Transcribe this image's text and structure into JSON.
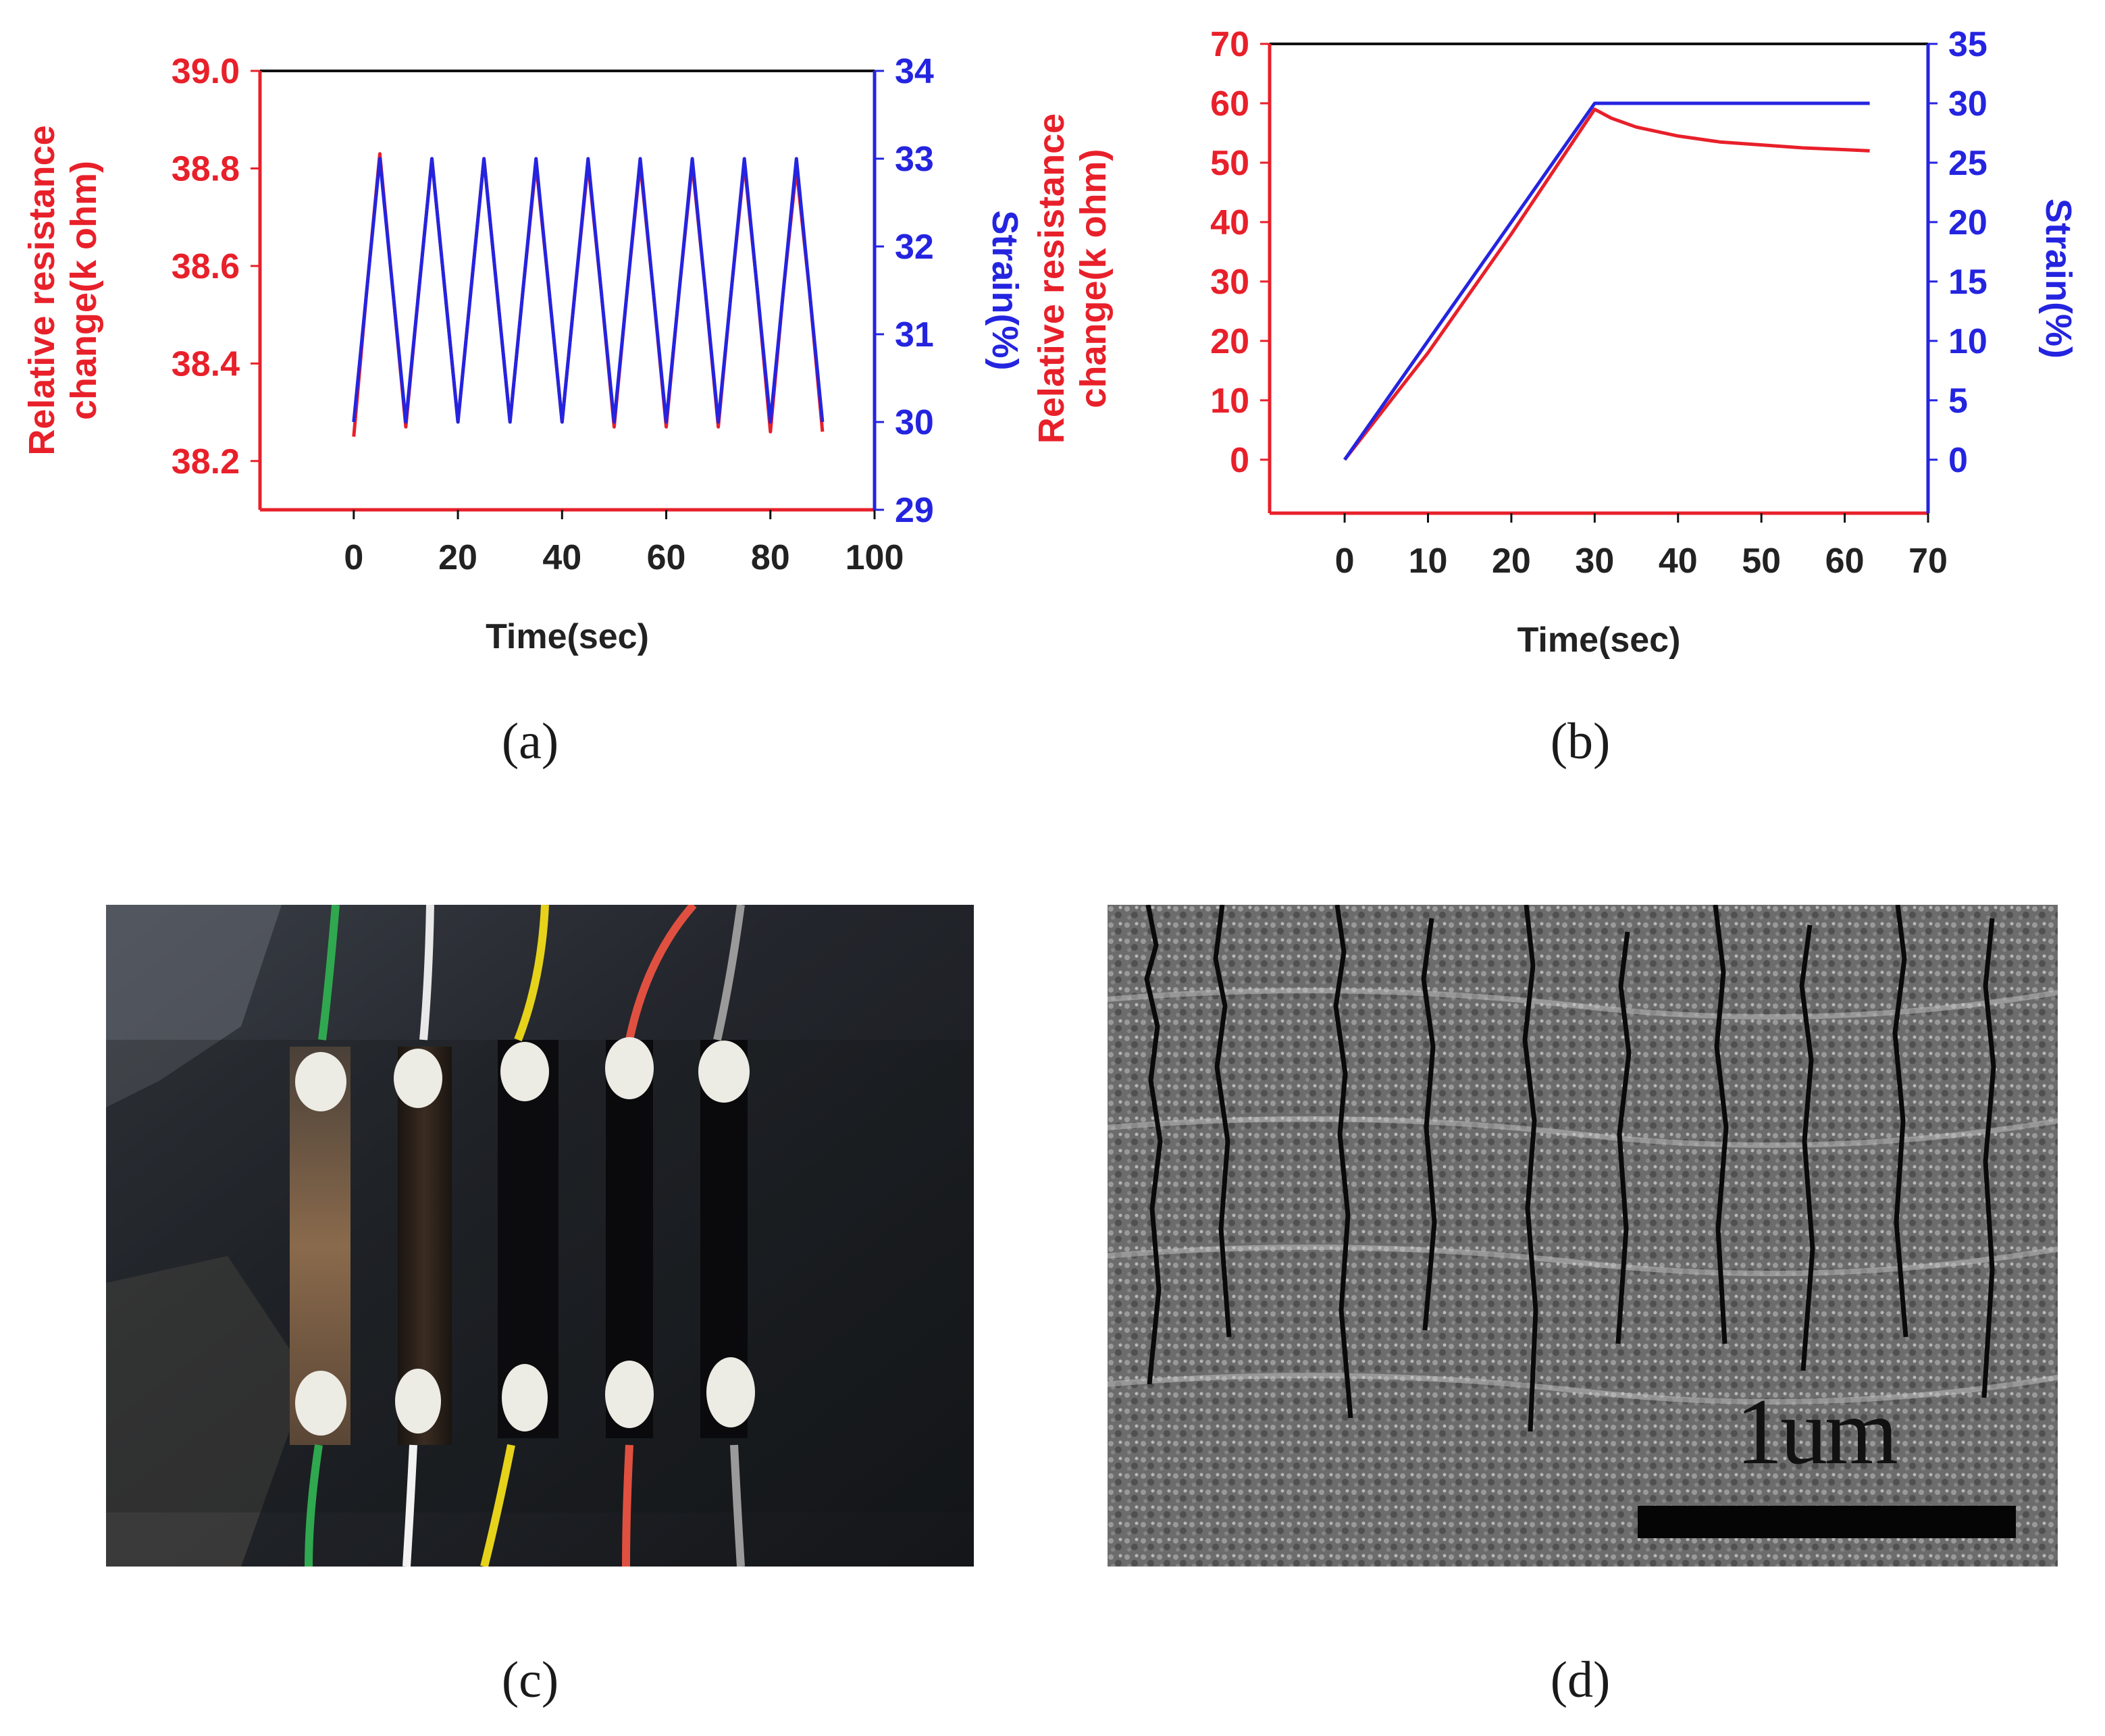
{
  "chart_data": [
    {
      "type": "line",
      "panel": "a",
      "xlabel": "Time(sec)",
      "ylabel": "Relative resistance\nchange(k ohm)",
      "y2label": "Strain(%)",
      "xlim": [
        -18,
        100
      ],
      "ylim": [
        38.1,
        39.0
      ],
      "y2lim": [
        29,
        34
      ],
      "xticks": [
        0,
        20,
        40,
        60,
        80,
        100
      ],
      "yticks": [
        38.2,
        38.4,
        38.6,
        38.8,
        39.0
      ],
      "y2ticks": [
        29,
        30,
        31,
        32,
        33,
        34
      ],
      "ytick_labels": [
        "38.2",
        "38.4",
        "38.6",
        "38.8",
        "39.0"
      ],
      "colors": {
        "resistance": "#e8202a",
        "strain": "#2424e0"
      },
      "series": [
        {
          "axis": "left",
          "color": "#e8202a",
          "x": [
            0,
            2.5,
            5,
            7.5,
            10,
            12.5,
            15,
            17.5,
            20,
            22.5,
            25,
            27.5,
            30,
            32.5,
            35,
            37.5,
            40,
            42.5,
            45,
            47.5,
            50,
            52.5,
            55,
            57.5,
            60,
            62.5,
            65,
            67.5,
            70,
            72.5,
            75,
            77.5,
            80,
            82.5,
            85,
            87.5,
            90
          ],
          "y": [
            38.25,
            38.55,
            38.83,
            38.55,
            38.27,
            38.55,
            38.82,
            38.55,
            38.28,
            38.55,
            38.82,
            38.55,
            38.28,
            38.55,
            38.81,
            38.55,
            38.28,
            38.55,
            38.81,
            38.55,
            38.27,
            38.55,
            38.81,
            38.55,
            38.27,
            38.55,
            38.81,
            38.55,
            38.27,
            38.55,
            38.81,
            38.55,
            38.26,
            38.55,
            38.8,
            38.55,
            38.26
          ]
        },
        {
          "axis": "right",
          "color": "#2424e0",
          "x": [
            0,
            2.5,
            5,
            7.5,
            10,
            12.5,
            15,
            17.5,
            20,
            22.5,
            25,
            27.5,
            30,
            32.5,
            35,
            37.5,
            40,
            42.5,
            45,
            47.5,
            50,
            52.5,
            55,
            57.5,
            60,
            62.5,
            65,
            67.5,
            70,
            72.5,
            75,
            77.5,
            80,
            82.5,
            85,
            87.5,
            90
          ],
          "y": [
            30.0,
            31.5,
            33.0,
            31.5,
            30.0,
            31.5,
            33.0,
            31.5,
            30.0,
            31.5,
            33.0,
            31.5,
            30.0,
            31.5,
            33.0,
            31.5,
            30.0,
            31.5,
            33.0,
            31.5,
            30.0,
            31.5,
            33.0,
            31.5,
            30.0,
            31.5,
            33.0,
            31.5,
            30.0,
            31.5,
            33.0,
            31.5,
            30.0,
            31.5,
            33.0,
            31.5,
            30.0
          ]
        }
      ]
    },
    {
      "type": "line",
      "panel": "b",
      "xlabel": "Time(sec)",
      "ylabel": "Relative resistance\nchange(k ohm)",
      "y2label": "Strain(%)",
      "xlim": [
        -9,
        70
      ],
      "ylim": [
        -9,
        70
      ],
      "y2lim": [
        -4.5,
        35
      ],
      "xticks": [
        0,
        10,
        20,
        30,
        40,
        50,
        60,
        70
      ],
      "yticks": [
        0,
        10,
        20,
        30,
        40,
        50,
        60,
        70
      ],
      "y2ticks": [
        0,
        5,
        10,
        15,
        20,
        25,
        30,
        35
      ],
      "colors": {
        "resistance": "#e8202a",
        "strain": "#2424e0"
      },
      "series": [
        {
          "axis": "left",
          "color": "#e8202a",
          "x": [
            0,
            10,
            20,
            30,
            32,
            35,
            40,
            45,
            50,
            55,
            60,
            63
          ],
          "y": [
            0,
            18,
            38,
            59,
            57.5,
            56,
            54.5,
            53.5,
            53,
            52.5,
            52.2,
            52
          ]
        },
        {
          "axis": "right",
          "color": "#2424e0",
          "x": [
            0,
            30,
            40,
            50,
            63
          ],
          "y": [
            0,
            30,
            30,
            30,
            30
          ]
        }
      ]
    }
  ],
  "panels": {
    "a": "(a)",
    "b": "(b)",
    "c": "(c)",
    "d": "(d)"
  },
  "scale_bar": {
    "label": "1um"
  },
  "icons": {
    "photo_c": "strain-sensor-photo",
    "photo_d": "sem-micrograph"
  }
}
